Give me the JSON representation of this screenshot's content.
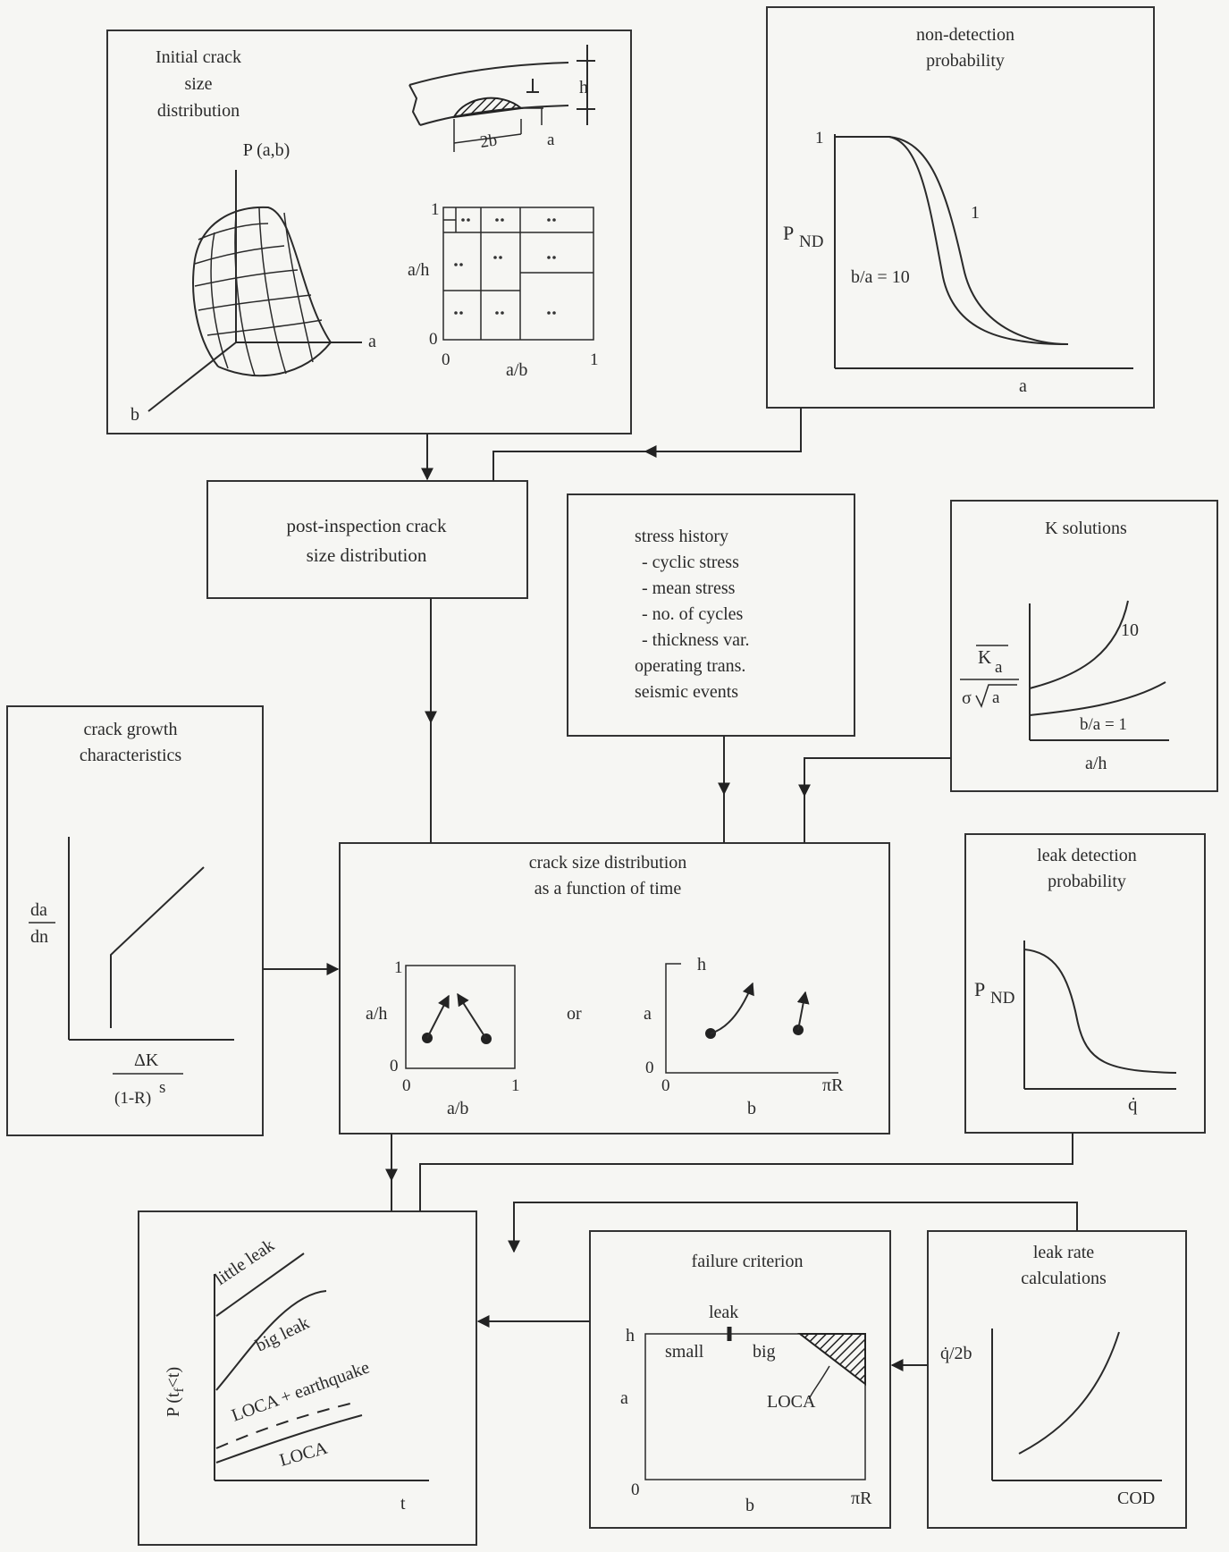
{
  "initial_crack": {
    "title_lines": [
      "Initial crack",
      "size",
      "distribution"
    ],
    "p_label": "P (a,b)",
    "axis_a": "a",
    "axis_b": "b",
    "dim_h": "h",
    "dim_a": "a",
    "dim_2b": "2b",
    "grid_y_top": "1",
    "grid_y_label": "a/h",
    "grid_y_zero": "0",
    "grid_x_zero": "0",
    "grid_x_label": "a/b",
    "grid_x_one": "1"
  },
  "non_detection": {
    "title_lines": [
      "non-detection",
      "probability"
    ],
    "y_one": "1",
    "y_label": "P",
    "y_sub": "ND",
    "curve_label_1": "1",
    "curve_label_10": "b/a = 10",
    "x_label": "a"
  },
  "post_inspection": {
    "lines": [
      "post-inspection crack",
      "size distribution"
    ]
  },
  "stress_history": {
    "lines": [
      "stress history",
      "- cyclic stress",
      "- mean stress",
      "- no. of cycles",
      "- thickness var.",
      "operating trans.",
      "seismic events"
    ]
  },
  "k_solutions": {
    "title": "K solutions",
    "num": "K",
    "num_sub": "a",
    "den_sigma": "σ",
    "den_a": "a",
    "label_10": "10",
    "label_1": "b/a = 1",
    "x_label": "a/h"
  },
  "crack_growth": {
    "title_lines": [
      "crack growth",
      "characteristics"
    ],
    "y_num": "da",
    "y_den": "dn",
    "x_num": "ΔK",
    "x_den": "(1-R)",
    "x_exp": "s"
  },
  "crack_time": {
    "title_lines": [
      "crack size distribution",
      "as a function of time"
    ],
    "left_y_one": "1",
    "left_y_label": "a/h",
    "left_y_zero": "0",
    "left_x_zero": "0",
    "left_x_one": "1",
    "left_x_label": "a/b",
    "or": "or",
    "right_h": "h",
    "right_y_label": "a",
    "right_y_zero": "0",
    "right_x_zero": "0",
    "right_x_label": "b",
    "right_x_end": "πR"
  },
  "leak_detection": {
    "title_lines": [
      "leak detection",
      "probability"
    ],
    "y_label": "P",
    "y_sub": "ND",
    "x_label": "q̇"
  },
  "failure_prob": {
    "y_label": "P (t",
    "y_sub": "f",
    "y_end": "<t)",
    "curves": [
      "little leak",
      "big leak",
      "LOCA + earthquake",
      "LOCA"
    ],
    "x_label": "t"
  },
  "failure_criterion": {
    "title": "failure criterion",
    "leak": "leak",
    "small": "small",
    "big": "big",
    "loca": "LOCA",
    "y_h": "h",
    "y_a": "a",
    "y_zero": "0",
    "x_b": "b",
    "x_end": "πR"
  },
  "leak_rate": {
    "title_lines": [
      "leak rate",
      "calculations"
    ],
    "y_label": "q̇/2b",
    "x_label": "COD"
  }
}
